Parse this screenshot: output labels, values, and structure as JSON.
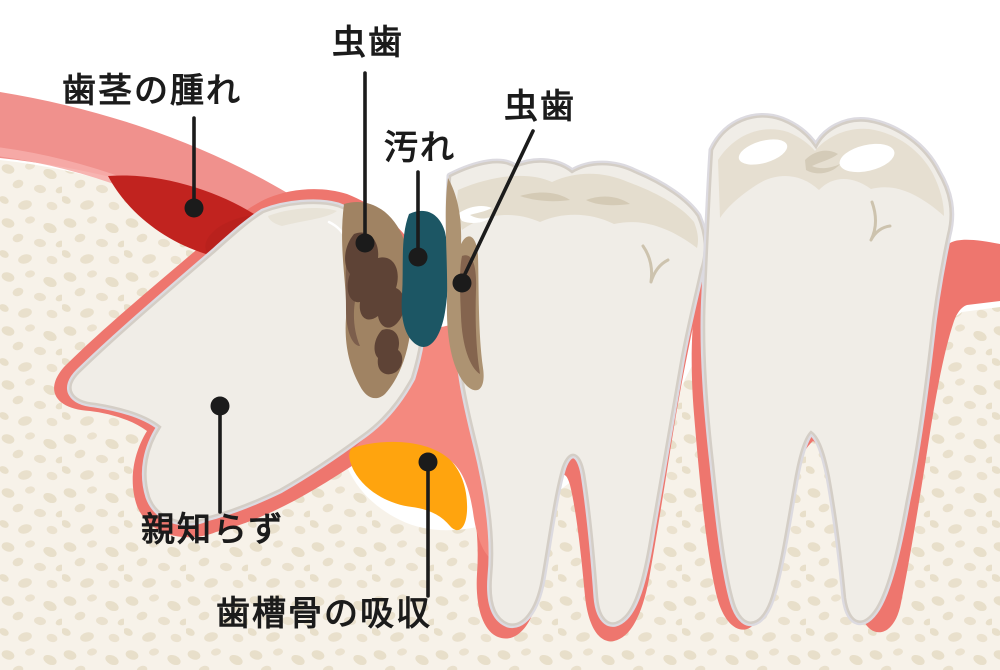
{
  "figure": {
    "type": "dental-anatomy-diagram",
    "labels": {
      "gum_swelling": {
        "text": "歯茎の腫れ"
      },
      "cavity_upper": {
        "text": "虫歯"
      },
      "plaque": {
        "text": "汚れ"
      },
      "cavity_molar": {
        "text": "虫歯"
      },
      "wisdom_tooth": {
        "text": "親知らず"
      },
      "bone_resorption": {
        "text": "歯槽骨の吸収"
      }
    },
    "colors": {
      "background": "#FFFFFF",
      "bone_base": "#F7F2E9",
      "bone_speckle": "#E8DFCA",
      "gum_pink": "#EE766E",
      "gum_band_light": "#F0918D",
      "gum_inner_strip": "#F6ACA8",
      "swelling_red": "#C1231F",
      "wedge_pink": "#F4897F",
      "resorption_orange": "#FFA40E",
      "tooth_body": "#F0EDE7",
      "tooth_outline": "#D4CEC6",
      "periodontal_line": "#DCDAE0",
      "crown_shading": "#E4DDCE",
      "decay_brown": "#A08363",
      "decay_brown_dark": "#5E4336",
      "decay_tan": "#AD9372",
      "plaque_teal": "#1C5664",
      "label_text": "#1B1B1B"
    }
  }
}
